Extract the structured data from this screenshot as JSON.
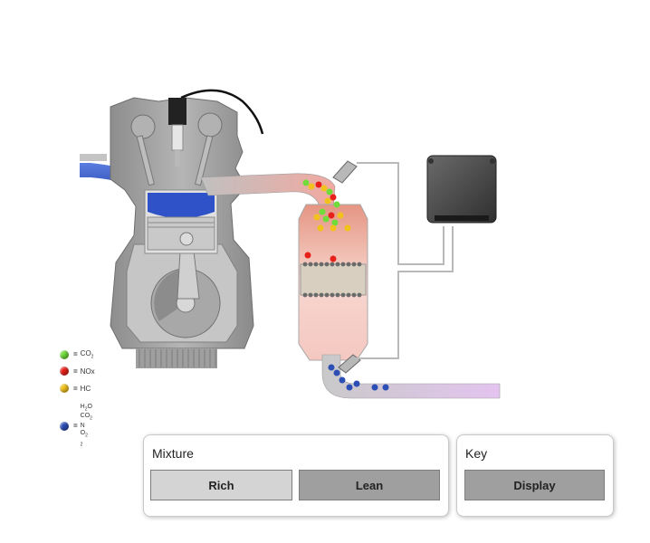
{
  "legend": {
    "items": [
      {
        "label": "CO",
        "sub": "2",
        "color": "#6fdc3a"
      },
      {
        "label": "NOx",
        "color": "#e8201a"
      },
      {
        "label": "HC",
        "color": "#f2c21c"
      }
    ],
    "products": {
      "color": "#2c4fb5",
      "lines": [
        {
          "label": "H",
          "sub": "2",
          "tail": "O"
        },
        {
          "label": "CO",
          "sub": "2",
          "tail": ""
        },
        {
          "label": "N",
          "sub": "",
          "tail": ""
        },
        {
          "label": "O",
          "sub": "2",
          "tail": ""
        }
      ],
      "extra_sub": "2"
    },
    "equals": "="
  },
  "mixture_panel": {
    "title": "Mixture",
    "rich_label": "Rich",
    "lean_label": "Lean"
  },
  "key_panel": {
    "title": "Key",
    "display_label": "Display"
  },
  "colors": {
    "engine_block": "#9a9a9a",
    "piston_blue": "#2f52c8",
    "exhaust_pink": "#f5b9b9",
    "tailpipe_violet": "#d9b2e6",
    "ecu": "#4a4a4a"
  }
}
